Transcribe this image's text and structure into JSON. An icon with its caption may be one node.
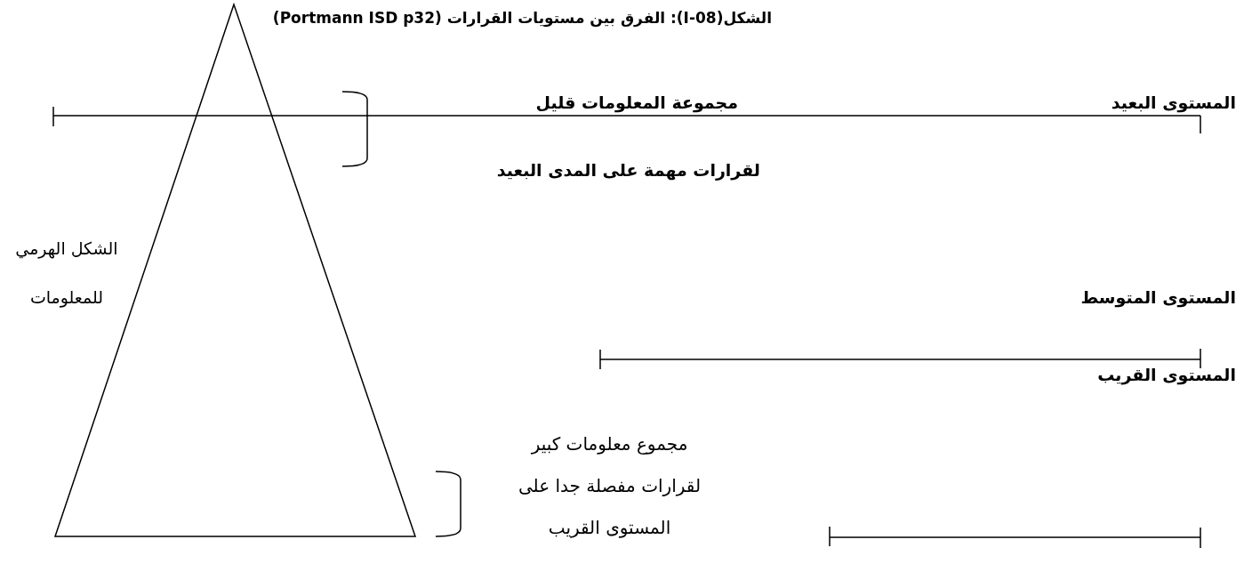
{
  "diagram": {
    "title": "الشكل(I-08): الفرق بين مستويات القرارات (Portmann ISD p32)",
    "labels": [
      "المستوى البعيد",
      "مجموعة المعلومات قليل",
      "لقرارات مهمة على المدى البعيد",
      "الشكل الهرمي للمعلومات",
      "المستوى المتوسط",
      "المستوى القريب",
      "مجموع معلومات كبير لقرارات مفصلة جدا على المستوى القريب"
    ]
  }
}
